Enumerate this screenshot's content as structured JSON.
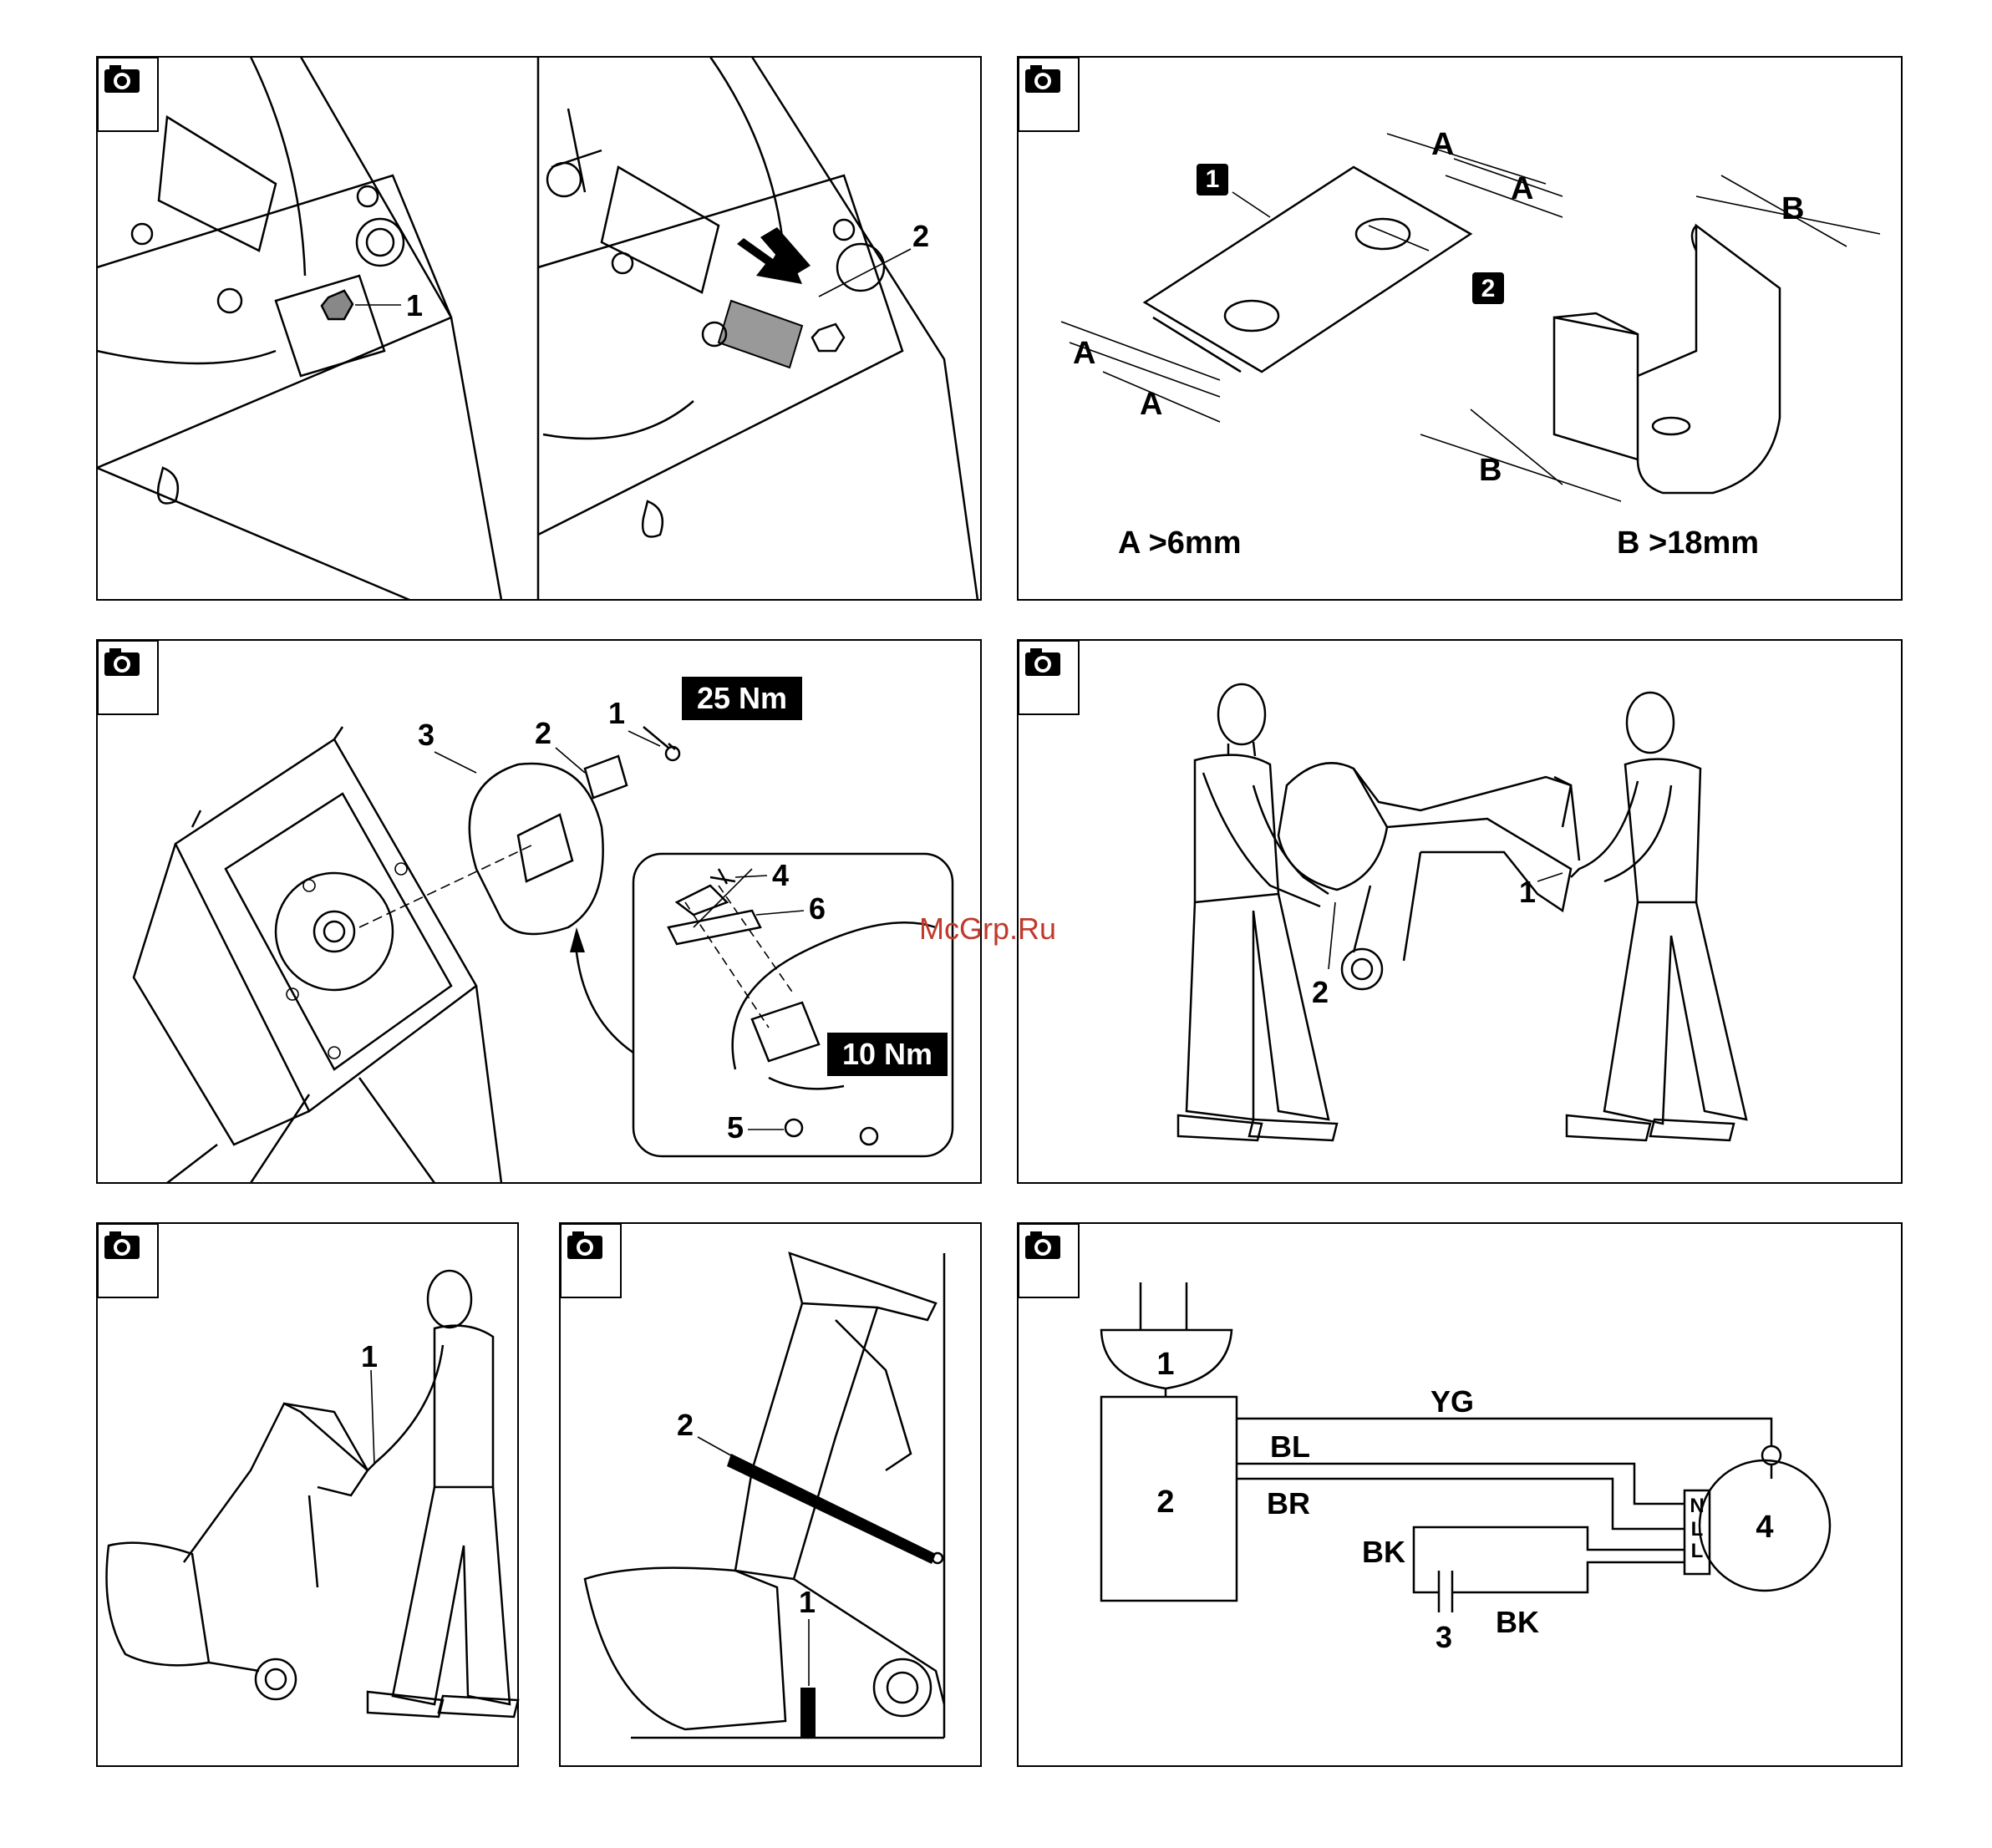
{
  "panels": {
    "blade_removal": {
      "left_callout": "1",
      "right_callout": "2"
    },
    "wear_limits": {
      "item_1": "1",
      "item_2": "2",
      "dim_a": "A",
      "dim_b": "B",
      "limit_a": "A >6mm",
      "limit_b": "B >18mm"
    },
    "blade_assembly": {
      "torque_main": "25 Nm",
      "torque_detail": "10 Nm",
      "callouts": [
        "1",
        "2",
        "3",
        "4",
        "5",
        "6"
      ]
    },
    "carry": {
      "callout_1": "1",
      "callout_2": "2"
    },
    "push": {
      "callout_1": "1"
    },
    "store": {
      "callout_1": "1",
      "callout_2": "2"
    },
    "wiring": {
      "plug": "1",
      "switch_box": "2",
      "capacitor": "3",
      "motor": "4",
      "wire_yg": "YG",
      "wire_bl": "BL",
      "wire_br": "BR",
      "wire_bk_upper": "BK",
      "wire_bk_lower": "BK",
      "terminal_n": "N",
      "terminal_l": "L",
      "terminal_l2": "L"
    }
  },
  "watermark": "McGrp.Ru",
  "icon": "camera-icon"
}
